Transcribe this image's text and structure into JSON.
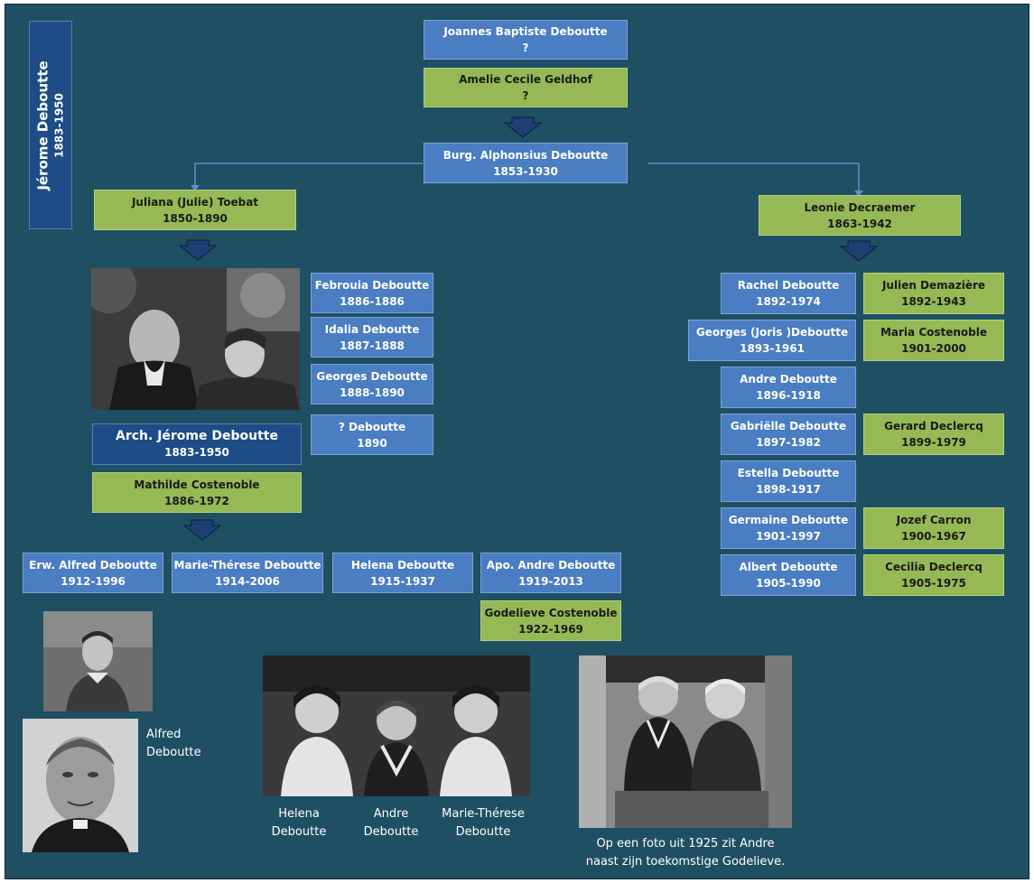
{
  "side_title": {
    "name": "Jérome Deboutte",
    "years": "1883-1950"
  },
  "top": [
    {
      "name": "Joannes Baptiste Deboutte",
      "years": "?"
    },
    {
      "name": "Amelie Cecile Geldhof",
      "years": "?"
    }
  ],
  "center": {
    "name": "Burg. Alphonsius Deboutte",
    "years": "1853-1930"
  },
  "left_spouse": {
    "name": "Juliana (Julie) Toebat",
    "years": "1850-1890"
  },
  "right_spouse": {
    "name": "Leonie Decraemer",
    "years": "1863-1942"
  },
  "left_children": [
    {
      "name": "Febrouia Deboutte",
      "years": "1886-1886"
    },
    {
      "name": "Idalia Deboutte",
      "years": "1887-1888"
    },
    {
      "name": "Georges Deboutte",
      "years": "1888-1890"
    },
    {
      "name": "? Deboutte",
      "years": "1890"
    }
  ],
  "main_person": {
    "name": "Arch. Jérome Deboutte",
    "years": "1883-1950"
  },
  "main_spouse": {
    "name": "Mathilde Costenoble",
    "years": "1886-1972"
  },
  "grandchildren": [
    {
      "name": "Erw. Alfred Deboutte",
      "years": "1912-1996"
    },
    {
      "name": "Marie-Thérese Deboutte",
      "years": "1914-2006"
    },
    {
      "name": "Helena Deboutte",
      "years": "1915-1937"
    },
    {
      "name": "Apo. Andre Deboutte",
      "years": "1919-2013"
    }
  ],
  "andre_spouse": {
    "name": "Godelieve Costenoble",
    "years": "1922-1969"
  },
  "right_children": [
    {
      "name": "Rachel Deboutte",
      "years": "1892-1974",
      "spouse": {
        "name": "Julien Demazière",
        "years": "1892-1943"
      }
    },
    {
      "name": "Georges (Joris )Deboutte",
      "years": "1893-1961",
      "spouse": {
        "name": "Maria Costenoble",
        "years": "1901-2000"
      }
    },
    {
      "name": "Andre Deboutte",
      "years": "1896-1918"
    },
    {
      "name": "Gabriëlle Deboutte",
      "years": "1897-1982",
      "spouse": {
        "name": "Gerard Declercq",
        "years": "1899-1979"
      }
    },
    {
      "name": "Estella Deboutte",
      "years": "1898-1917"
    },
    {
      "name": "Germaine Deboutte",
      "years": "1901-1997",
      "spouse": {
        "name": "Jozef Carron",
        "years": "1900-1967"
      }
    },
    {
      "name": "Albert Deboutte",
      "years": "1905-1990",
      "spouse": {
        "name": "Cecilia Declercq",
        "years": "1905-1975"
      }
    }
  ],
  "captions": {
    "alfred": [
      "Alfred",
      "Deboutte"
    ],
    "group": [
      [
        "Helena",
        "Deboutte"
      ],
      [
        "Andre",
        "Deboutte"
      ],
      [
        "Marie-Thérese",
        "Deboutte"
      ]
    ],
    "photo_1925": [
      "Op een foto uit 1925 zit Andre",
      "naast zijn toekomstige Godelieve."
    ]
  },
  "colors": {
    "background": "#1f4f62",
    "blue_box": "#4a7dc2",
    "green_box": "#95b954",
    "dark_box": "#1d4c87",
    "arrow": "#1d3f73"
  }
}
